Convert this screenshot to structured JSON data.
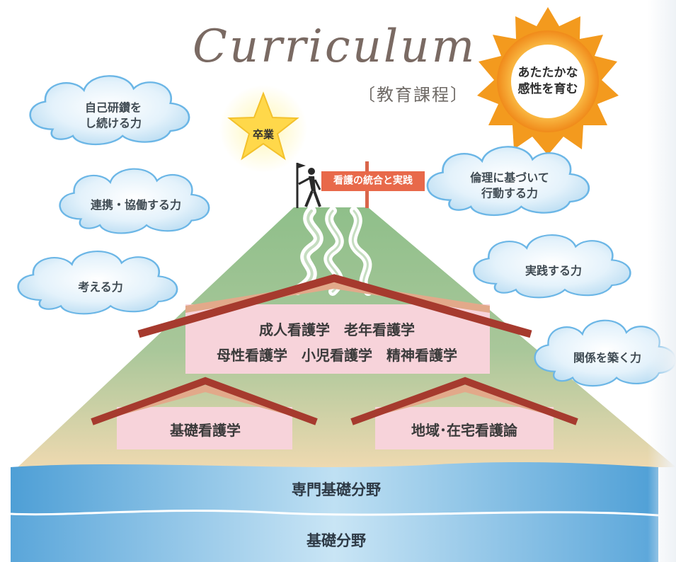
{
  "title": "Curriculum",
  "subtitle": "〔教育課程〕",
  "sun": {
    "label": "あたたかな\n感性を育む"
  },
  "star": {
    "label": "卒業"
  },
  "summit_sign": {
    "label": "看護の統合と実践"
  },
  "clouds_left": [
    {
      "label": "自己研鑽を\nし続ける力"
    },
    {
      "label": "連携・協働する力"
    },
    {
      "label": "考える力"
    }
  ],
  "clouds_right": [
    {
      "label": "倫理に基づいて\n行動する力"
    },
    {
      "label": "実践する力"
    },
    {
      "label": "関係を築く力"
    }
  ],
  "upper_house": {
    "line1": "成人看護学　老年看護学",
    "line2": "母性看護学　小児看護学　精神看護学"
  },
  "lower_left_house": {
    "label": "基礎看護学"
  },
  "lower_right_house": {
    "label": "地域･在宅看護論"
  },
  "bands": [
    {
      "label": "専門基礎分野"
    },
    {
      "label": "基礎分野"
    }
  ],
  "colors": {
    "band_blue": "#5ea8d9",
    "roof_red": "#a63a2e",
    "house_pink": "#f7d3da",
    "sun_orange": "#f39a1e",
    "star_yellow": "#ffd84a",
    "sign_orange": "#e8694a",
    "mountain_green": "#8fbf8a"
  },
  "icons": {
    "climber": "hiker-with-flag-icon"
  }
}
